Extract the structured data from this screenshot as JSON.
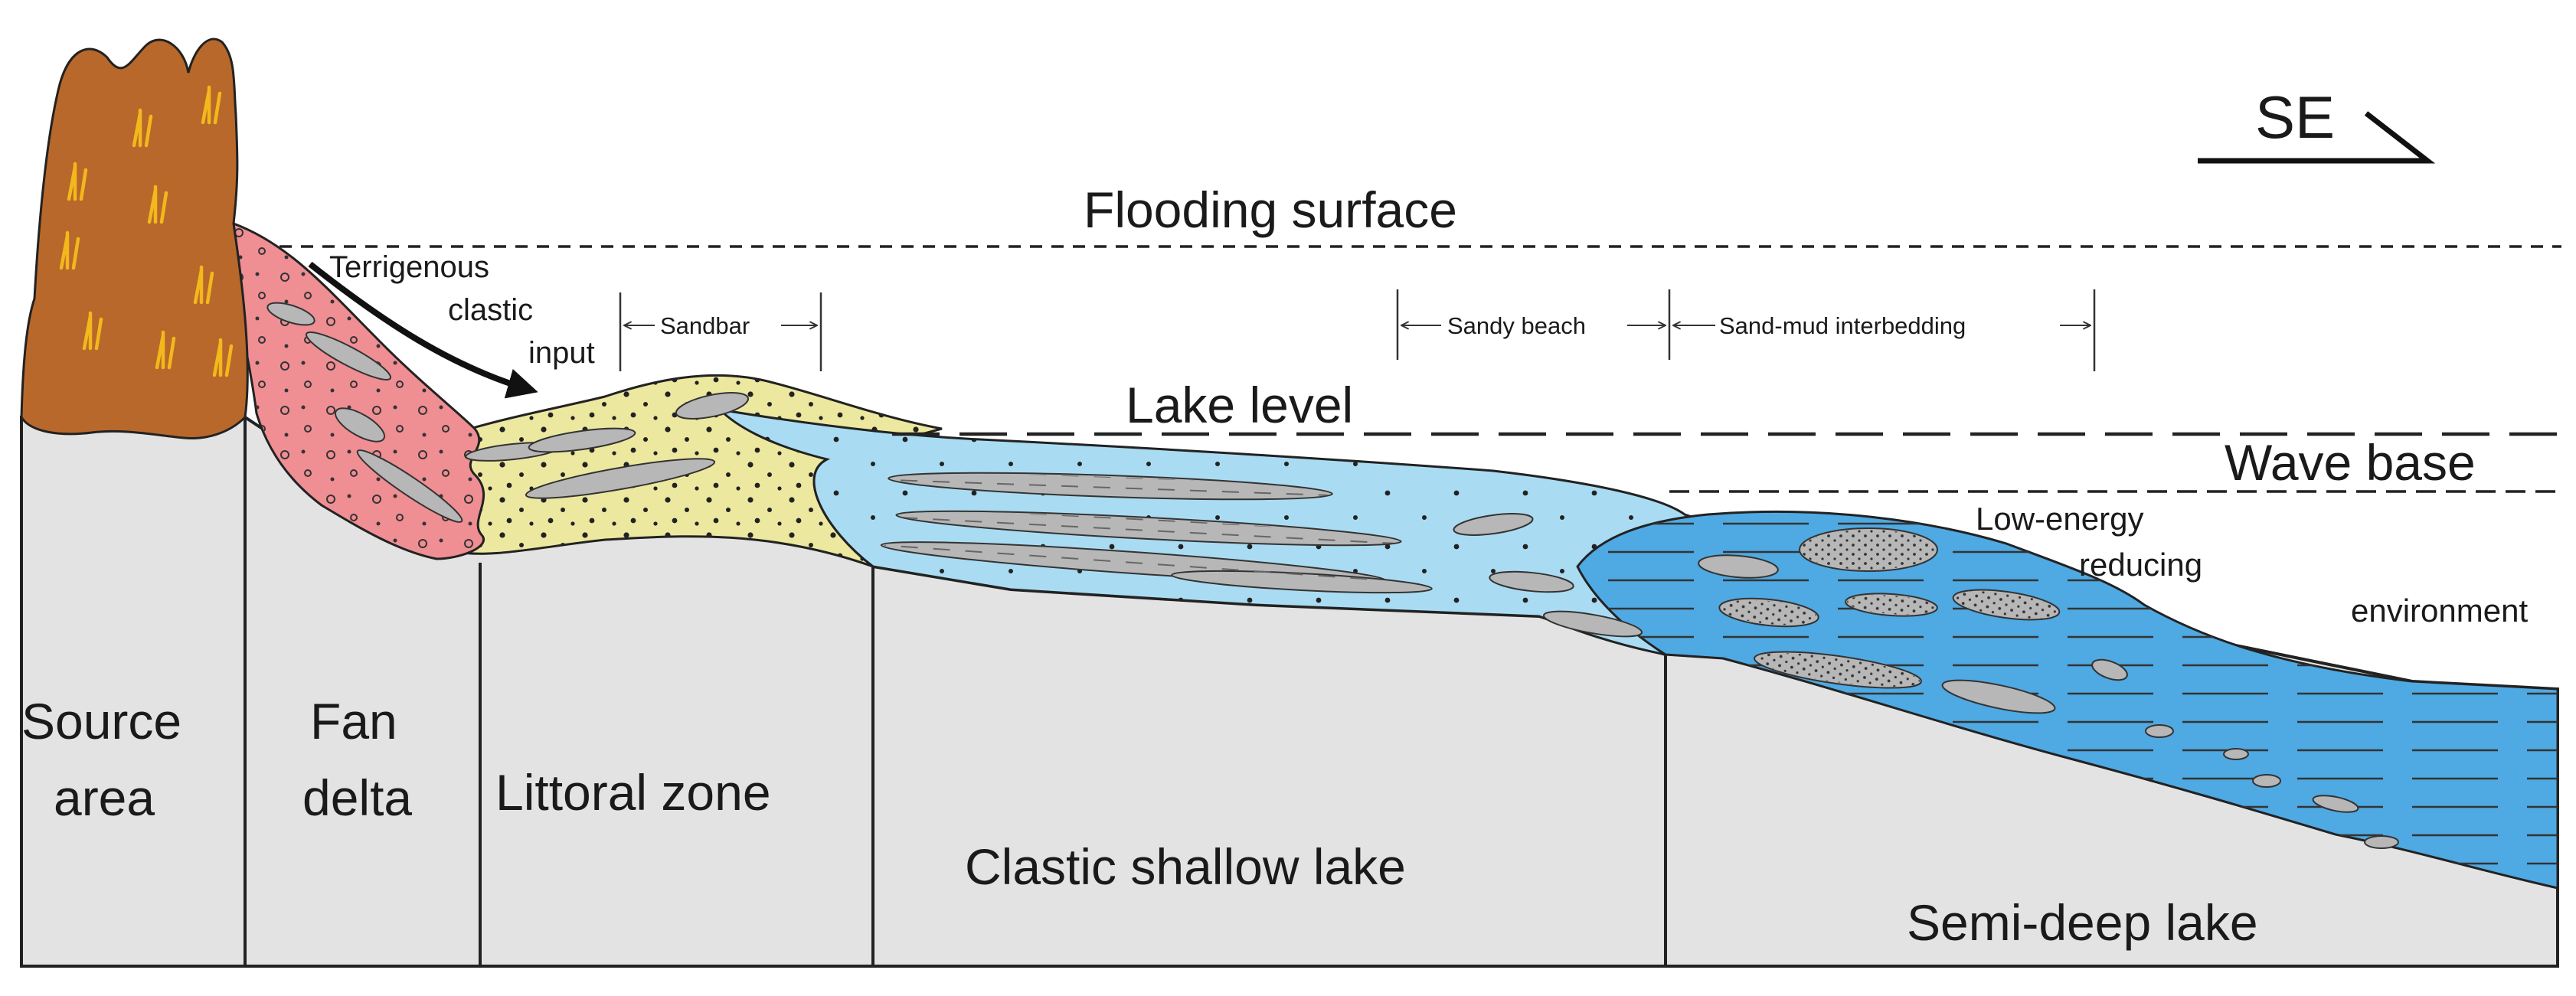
{
  "direction_indicator": "SE",
  "surfaces": {
    "flooding": "Flooding surface",
    "lake_level": "Lake level",
    "wave_base": "Wave base"
  },
  "input_label": [
    "Terrigenous",
    "clastic",
    "input"
  ],
  "environment_label": [
    "Low-energy",
    "reducing",
    "environment"
  ],
  "ranges": {
    "sandbar": "Sandbar",
    "sandy_beach": "Sandy beach",
    "interbedding": "Sand-mud interbedding"
  },
  "zones": {
    "source_area": [
      "Source",
      "area"
    ],
    "fan_delta": [
      "Fan",
      "delta"
    ],
    "littoral": "Littoral zone",
    "shallow_lake": "Clastic shallow lake",
    "semi_deep": "Semi-deep lake"
  },
  "colors": {
    "source_rock": "#b8682a",
    "plant": "#f2b81c",
    "fan_delta": "#ef8e93",
    "littoral": "#ece89f",
    "shallow_lake": "#a9dcf2",
    "deep_lake": "#4fa9e2",
    "sand_lens": "#b7b7b7",
    "bedrock": "#e3e3e3"
  }
}
